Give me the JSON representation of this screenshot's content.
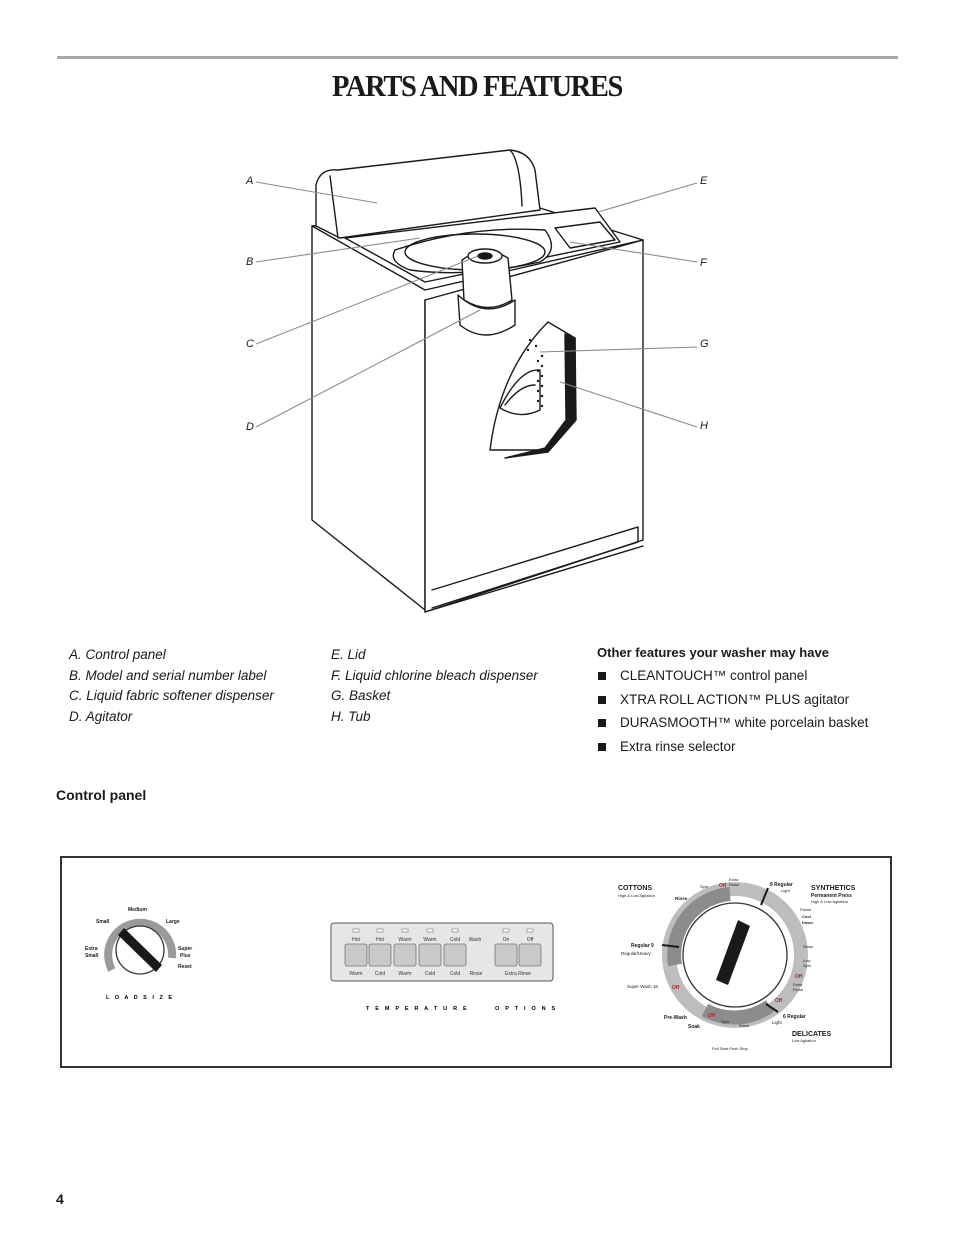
{
  "page": {
    "title": "PARTS AND FEATURES",
    "page_number": "4"
  },
  "diagram": {
    "callouts": {
      "A": "A",
      "B": "B",
      "C": "C",
      "D": "D",
      "E": "E",
      "F": "F",
      "G": "G",
      "H": "H"
    }
  },
  "legend": {
    "left": [
      "A. Control panel",
      "B. Model and serial number label",
      "C. Liquid fabric softener dispenser",
      "D. Agitator"
    ],
    "right": [
      "E. Lid",
      "F. Liquid chlorine bleach dispenser",
      "G. Basket",
      "H. Tub"
    ]
  },
  "features": {
    "heading": "Other features your washer may have",
    "items": [
      "CLEANTOUCH™ control panel",
      "XTRA ROLL ACTION™ PLUS agitator",
      "DURASMOOTH™ white porcelain basket",
      "Extra rinse selector"
    ]
  },
  "control_panel": {
    "heading": "Control panel",
    "load_size": {
      "label": "L O A D   S I Z E",
      "positions": [
        "Small",
        "Medium",
        "Large",
        "Extra",
        "Small",
        "Super",
        "Plus",
        "Reset"
      ]
    },
    "temperature": {
      "label": "T E M P E R A T U R E",
      "wash_tops": [
        "Hot",
        "Hot",
        "Warm",
        "Warm",
        "Cold"
      ],
      "wash_word": "Wash",
      "rinse_bottoms": [
        "Warm",
        "Cold",
        "Warm",
        "Cold",
        "Cold"
      ],
      "rinse_word": "Rinse"
    },
    "options": {
      "label": "O P T I O N S",
      "on": "On",
      "off": "Off",
      "extra_rinse": "Extra Rinse"
    },
    "cycle": {
      "cottons": "COTTONS",
      "cottons_sub": "High & Low Agitation",
      "synthetics": "SYNTHETICS",
      "permanent_press": "Permanent Press",
      "synthetics_sub": "High & Low Agitation",
      "delicates": "DELICATES",
      "delicates_sub": "Low Agitation",
      "regular9_top": "9 Regular",
      "light": "Light",
      "extra_rinse_top_1": "Extra",
      "extra_rinse_top_2": "Rinse",
      "spin": "Spin",
      "off": "Off",
      "rinse": "Rinse",
      "pause": "Pause",
      "cool": "Cool",
      "down": "Down",
      "low": "Low",
      "low_spin": "Spin",
      "regular9_left": "Regular 9",
      "regular_heavy": "Regular/Heavy",
      "super_wash": "Super Wash 18",
      "prewash": "Pre-Wash",
      "soak": "Soak",
      "regular6": "6 Regular",
      "pull_push": "Pull Start  Push Stop"
    }
  }
}
